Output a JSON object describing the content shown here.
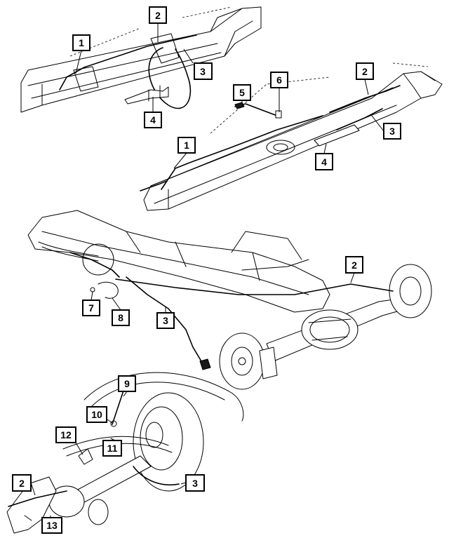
{
  "callouts": {
    "top_frame": [
      "1",
      "2",
      "3",
      "4"
    ],
    "mid_frame": [
      "5",
      "6",
      "2",
      "3",
      "1",
      "4"
    ],
    "axle_view": [
      "2",
      "7",
      "8",
      "3"
    ],
    "bottom_view": [
      "9",
      "10",
      "12",
      "11",
      "2",
      "3",
      "13"
    ]
  }
}
